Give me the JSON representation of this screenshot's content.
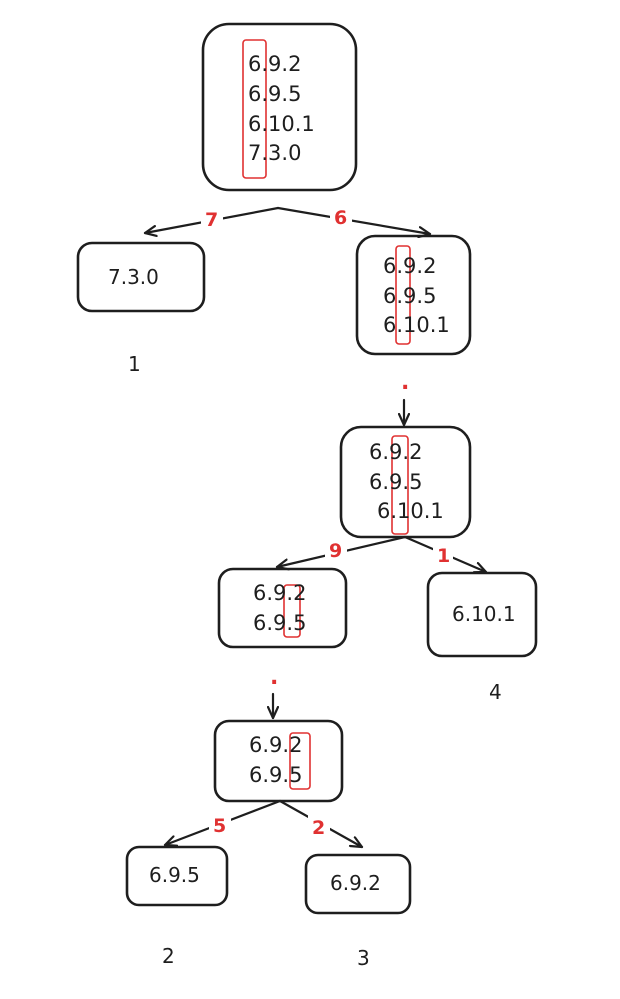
{
  "diagram": {
    "root": {
      "lines": [
        "6.9.2",
        "6.9.5",
        "6.10.1",
        "7.3.0"
      ]
    },
    "leaf_7": {
      "lines": [
        "7.3.0"
      ]
    },
    "node_6": {
      "lines": [
        "6.9.2",
        "6.9.5",
        "6.10.1"
      ]
    },
    "node_6_dot": {
      "lines": [
        "6.9.2",
        "6.9.5",
        "6.10.1"
      ]
    },
    "node_9": {
      "lines": [
        "6.9.2",
        "6.9.5"
      ]
    },
    "leaf_1": {
      "lines": [
        "6.10.1"
      ]
    },
    "node_9_dot": {
      "lines": [
        "6.9.2",
        "6.9.5"
      ]
    },
    "leaf_5": {
      "lines": [
        "6.9.5"
      ]
    },
    "leaf_2": {
      "lines": [
        "6.9.2"
      ]
    },
    "edge_labels": {
      "root_left": "7",
      "root_right": "6",
      "dot_1": ".",
      "n2_left": "9",
      "n2_right": "1",
      "dot_2": ".",
      "n4_left": "5",
      "n4_right": "2"
    },
    "leaf_numbers": {
      "n_7_3_0": "1",
      "n_6_10_1": "4",
      "n_6_9_5": "2",
      "n_6_9_2": "3"
    }
  },
  "colors": {
    "ink": "#1e1e1e",
    "accent": "#e03131",
    "background": "#ffffff"
  }
}
